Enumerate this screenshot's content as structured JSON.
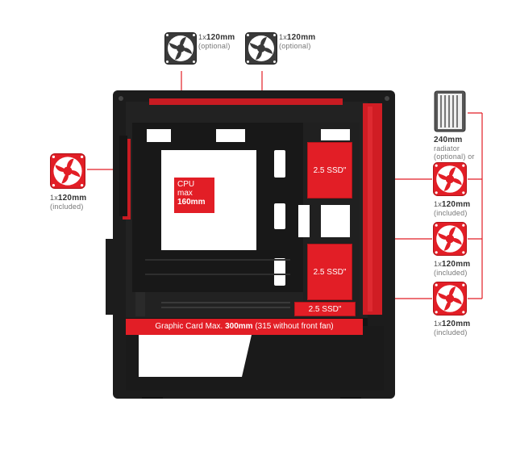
{
  "colors": {
    "accent": "#e21e26",
    "case_black": "#1a1a1a",
    "fan_grey": "#333333",
    "text": "#555555"
  },
  "top_fans": [
    {
      "qty": "1x",
      "size": "120mm",
      "note": "(optional)",
      "icon": "fan-icon"
    },
    {
      "qty": "1x",
      "size": "120mm",
      "note": "(optional)",
      "icon": "fan-icon"
    }
  ],
  "rear_fan": {
    "qty": "1x",
    "size": "120mm",
    "note": "(included)",
    "icon": "fan-icon"
  },
  "front": {
    "radiator": {
      "size": "240mm",
      "word": "radiator",
      "note": "(optional) or",
      "icon": "radiator-icon"
    },
    "fans": [
      {
        "qty": "1x",
        "size": "120mm",
        "note": "(included)",
        "icon": "fan-icon"
      },
      {
        "qty": "1x",
        "size": "120mm",
        "note": "(included)",
        "icon": "fan-icon"
      },
      {
        "qty": "1x",
        "size": "120mm",
        "note": "(included)",
        "icon": "fan-icon"
      }
    ]
  },
  "cpu_cooler": {
    "line1": "CPU",
    "line2": "max",
    "line3": "160mm"
  },
  "ssd_bays": [
    "2.5 SSD\"",
    "2.5 SSD\"",
    "2.5 SSD\""
  ],
  "gpu": {
    "prefix": "Graphic Card Max. ",
    "value": "300mm",
    "suffix": " (315 without front fan)"
  }
}
